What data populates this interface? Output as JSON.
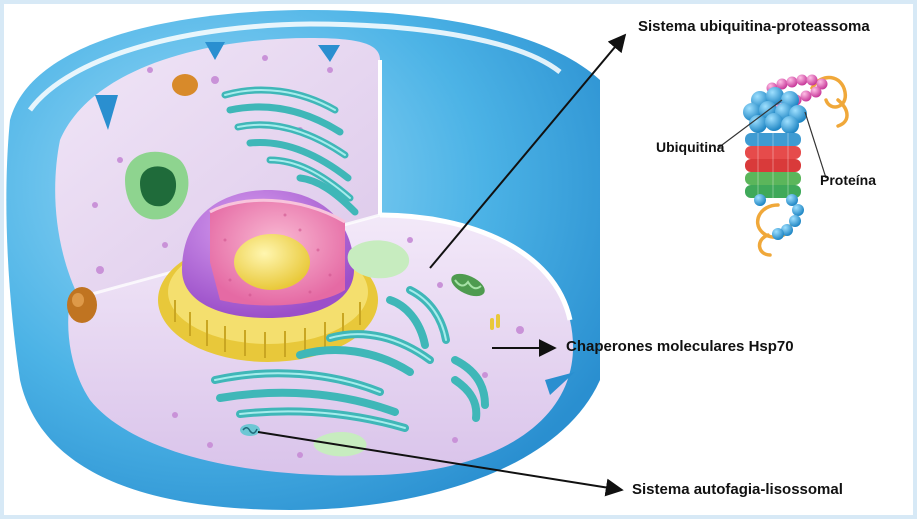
{
  "labels": {
    "ups": "Sistema ubiquitina-proteassoma",
    "ubiquitin": "Ubiquitina",
    "protein": "Proteína",
    "chaperones": "Chaperones moleculares Hsp70",
    "autophagy": "Sistema autofagia-lisossomal"
  },
  "colors": {
    "membrane": "#4cb3e6",
    "cytoplasm": "#eadcf1",
    "nucleus_pink": "#f28ab5",
    "nucleus_purple": "#b36bd6",
    "nucleolus": "#f5dd63",
    "nuclear_envelope": "#e2c436",
    "er_teal": "#4fc3c5",
    "mitochondria_green": "#6bbf6d",
    "proteasome_blue": "#2f9fd5",
    "ubiquitin_pink": "#e05fb0",
    "protein_orange": "#f0a83a"
  }
}
